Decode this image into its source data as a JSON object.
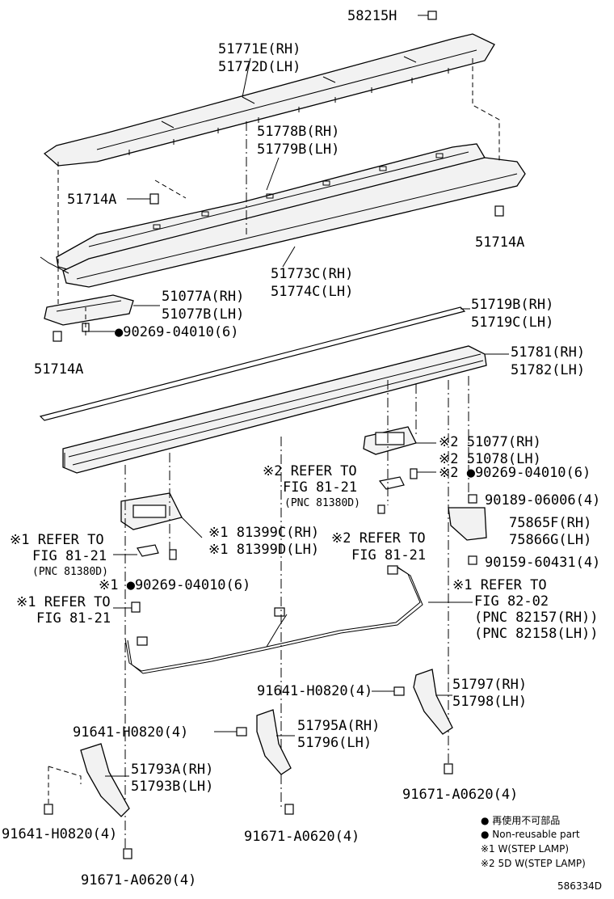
{
  "labels": {
    "l58215H": "58215H",
    "l51771E": "51771E(RH)",
    "l51772D": "51772D(LH)",
    "l51778B": "51778B(RH)",
    "l51779B": "51779B(LH)",
    "l51714A_1": "51714A",
    "l51714A_2": "51714A",
    "l51773C": "51773C(RH)",
    "l51774C": "51774C(LH)",
    "l51077A": "51077A(RH)",
    "l51077B": "51077B(LH)",
    "l90269_a": "●90269-04010(6)",
    "l51714A_3": "51714A",
    "l51719B": "51719B(RH)",
    "l51719C": "51719C(LH)",
    "l51781": "51781(RH)",
    "l51782": "51782(LH)",
    "l51077": "※2 51077(RH)",
    "l51078": "※2 51078(LH)",
    "l90269_b": "※2 ●90269-04010(6)",
    "ref2_a1": "※2 REFER TO",
    "ref2_a2": "FIG 81-21",
    "ref2_a3": "(PNC 81380D)",
    "l90189": "90189-06006(4)",
    "l75865F": "75865F(RH)",
    "l75866G": "75866G(LH)",
    "l81399C": "※1 81399C(RH)",
    "l81399D": "※1 81399D(LH)",
    "ref2_b1": "※2 REFER TO",
    "ref2_b2": "FIG 81-21",
    "ref1_a1": "※1 REFER TO",
    "ref1_a2": "FIG 81-21",
    "ref1_a3": "(PNC 81380D)",
    "l90159": "90159-60431(4)",
    "l90269_c": "※1 ●90269-04010(6)",
    "ref1_b1": "※1 REFER TO",
    "ref1_b2": "FIG 81-21",
    "ref1_c1": "※1 REFER TO",
    "ref1_c2": "FIG 82-02",
    "ref1_c3": "(PNC 82157(RH))",
    "ref1_c4": "(PNC 82158(LH))",
    "l91641_a": "91641-H0820(4)",
    "l51797": "51797(RH)",
    "l51798": "51798(LH)",
    "l91641_b": "91641-H0820(4)",
    "l51795A": "51795A(RH)",
    "l51796": "51796(LH)",
    "l51793A": "51793A(RH)",
    "l51793B": "51793B(LH)",
    "l91671_a": "91671-A0620(4)",
    "l91641_c": "91641-H0820(4)",
    "l91671_b": "91671-A0620(4)",
    "l91671_c": "91671-A0620(4)"
  },
  "legend": {
    "nonreuse_jp": "● 再使用不可部品",
    "nonreuse_en": "● Non-reusable part",
    "note1": "※1 W(STEP LAMP)",
    "note2": "※2 5D W(STEP LAMP)"
  },
  "diagram_id": "586334D"
}
